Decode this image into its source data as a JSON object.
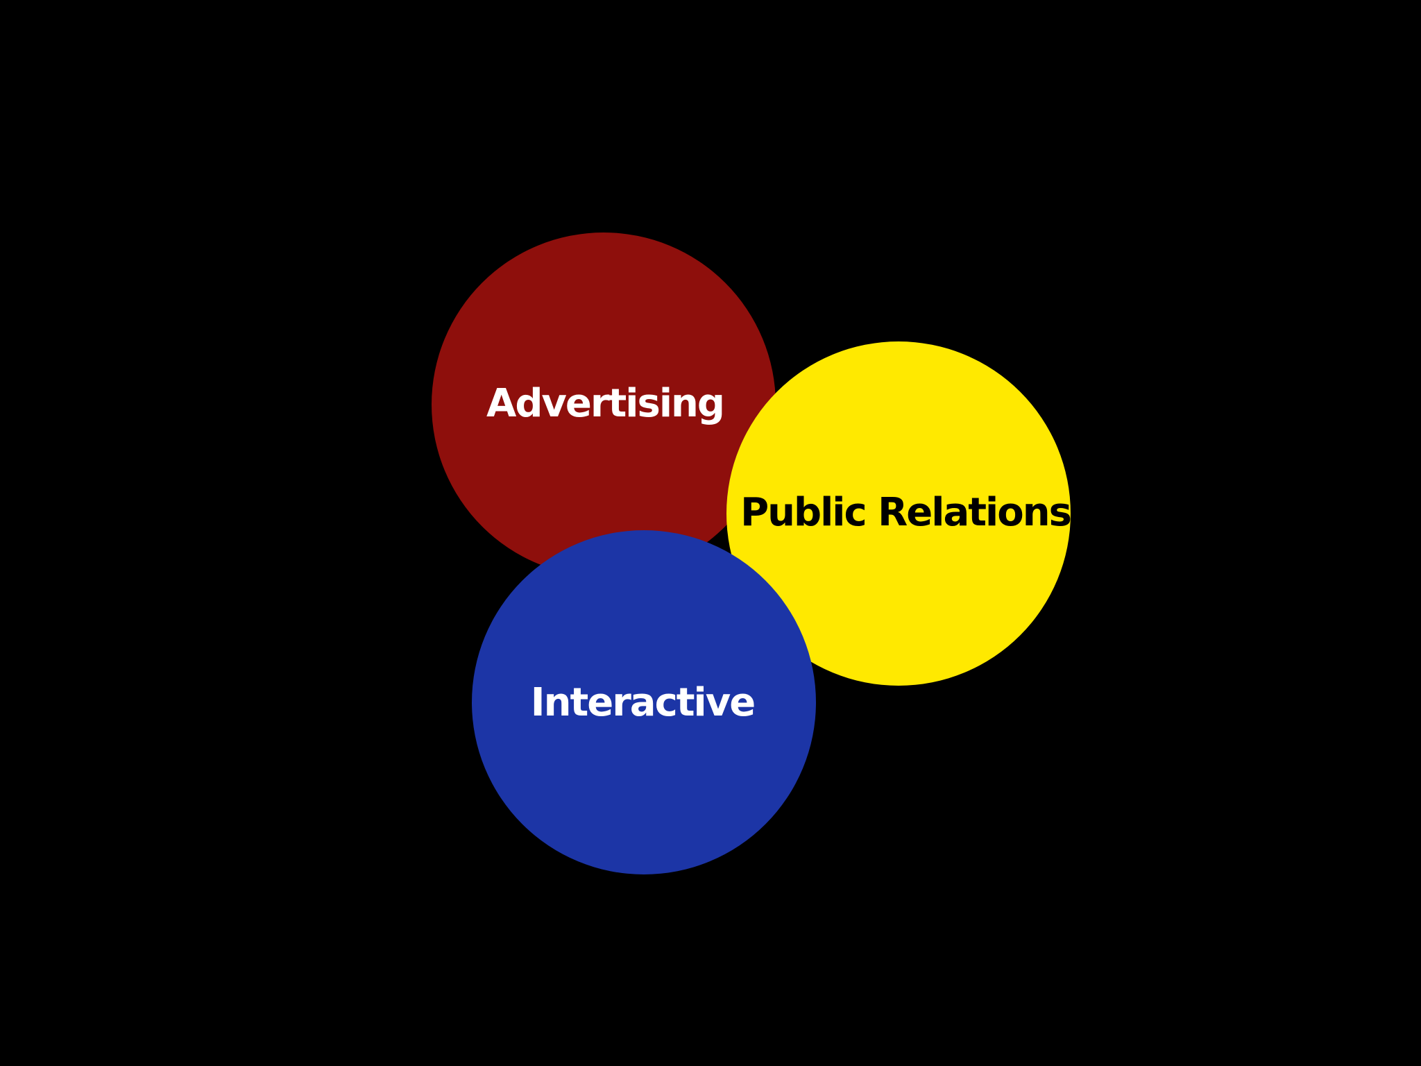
{
  "diagram": {
    "background": "#000000",
    "circles": [
      {
        "id": "advertising",
        "label": "Advertising",
        "fill": "#8e0f0c",
        "text_color": "#ffffff"
      },
      {
        "id": "public-relations",
        "label": "Public Relations",
        "fill": "#ffe900",
        "text_color": "#000000"
      },
      {
        "id": "interactive",
        "label": "Interactive",
        "fill": "#1c35a6",
        "text_color": "#ffffff"
      }
    ]
  }
}
